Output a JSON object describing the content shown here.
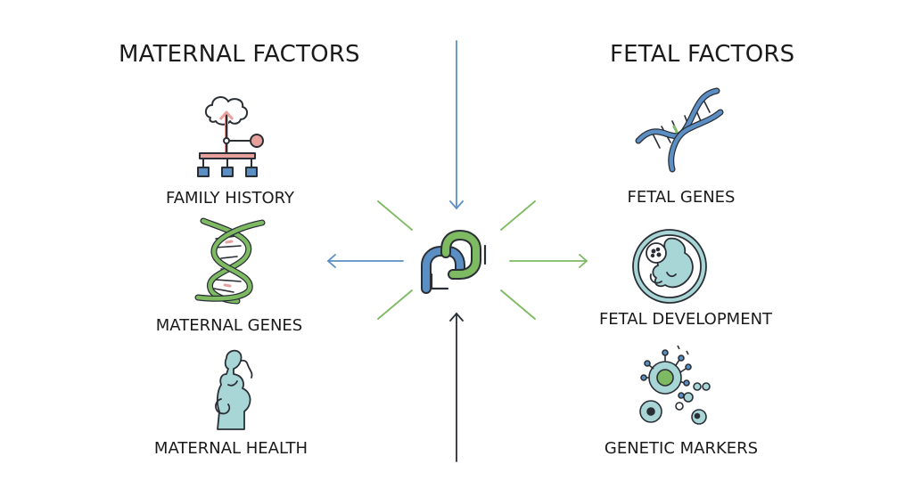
{
  "maternal": {
    "heading": "MATERNAL FACTORS",
    "items": [
      {
        "label": "FAMILY HISTORY",
        "icon": "family-tree-icon"
      },
      {
        "label": "MATERNAL GENES",
        "icon": "dna-icon"
      },
      {
        "label": "MATERNAL HEALTH",
        "icon": "pregnant-woman-icon"
      }
    ]
  },
  "fetal": {
    "heading": "FETAL FACTORS",
    "items": [
      {
        "label": "FETAL GENES",
        "icon": "dna-icon"
      },
      {
        "label": "FETAL DEVELOPMENT",
        "icon": "fetus-icon"
      },
      {
        "label": "GENETIC MARKERS",
        "icon": "cells-icon"
      }
    ]
  },
  "center": {
    "icon": "interlocking-links-icon"
  },
  "colors": {
    "blue": "#5b8fc4",
    "green": "#7dba62",
    "pink": "#e8a09c",
    "teal": "#a8d5d5",
    "dark": "#2a2f36"
  }
}
